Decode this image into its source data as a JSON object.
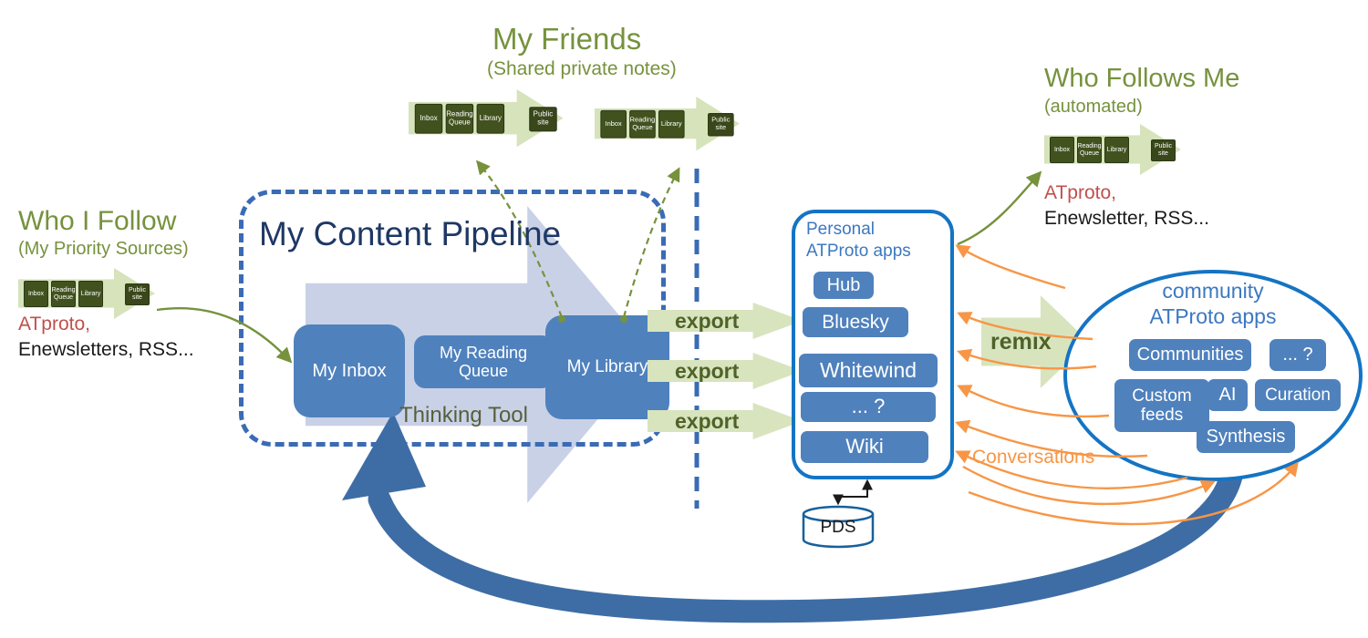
{
  "colors": {
    "accent_green": "#76923D",
    "node_blue": "#4F81BD",
    "outline_blue": "#1474C4",
    "navy": "#1F3864",
    "orange": "#F79646",
    "red": "#C0504D",
    "light_arrow_green": "#D8E4BE",
    "feedback_blue": "#3E6DA5"
  },
  "left_source": {
    "title": "Who I Follow",
    "subtitle": "(My Priority Sources)",
    "protocol": "ATproto,",
    "channels": "Enewsletters, RSS..."
  },
  "friends": {
    "title": "My Friends",
    "subtitle": "(Shared private notes)"
  },
  "followers": {
    "title": "Who Follows Me",
    "subtitle": "(automated)",
    "protocol": "ATproto,",
    "channels": "Enewsletter, RSS..."
  },
  "pipeline": {
    "title": "My Content Pipeline",
    "inbox": "My Inbox",
    "reading_queue": "My Reading Queue",
    "library": "My Library",
    "caption": "Thinking Tool"
  },
  "mini_arrow": {
    "items": [
      "Inbox",
      "Reading Queue",
      "Library",
      "Public site"
    ]
  },
  "flows": {
    "export": "export",
    "remix": "remix",
    "conversations": "Conversations"
  },
  "personal_apps": {
    "title_line1": "Personal",
    "title_line2": "ATProto apps",
    "apps": [
      "Hub",
      "Bluesky",
      "Whitewind",
      "... ?",
      "Wiki"
    ],
    "storage": "PDS"
  },
  "community_apps": {
    "title_line1": "community",
    "title_line2": "ATProto apps",
    "apps": [
      "Communities",
      "... ?",
      "Custom feeds",
      "AI",
      "Curation",
      "Synthesis"
    ]
  }
}
